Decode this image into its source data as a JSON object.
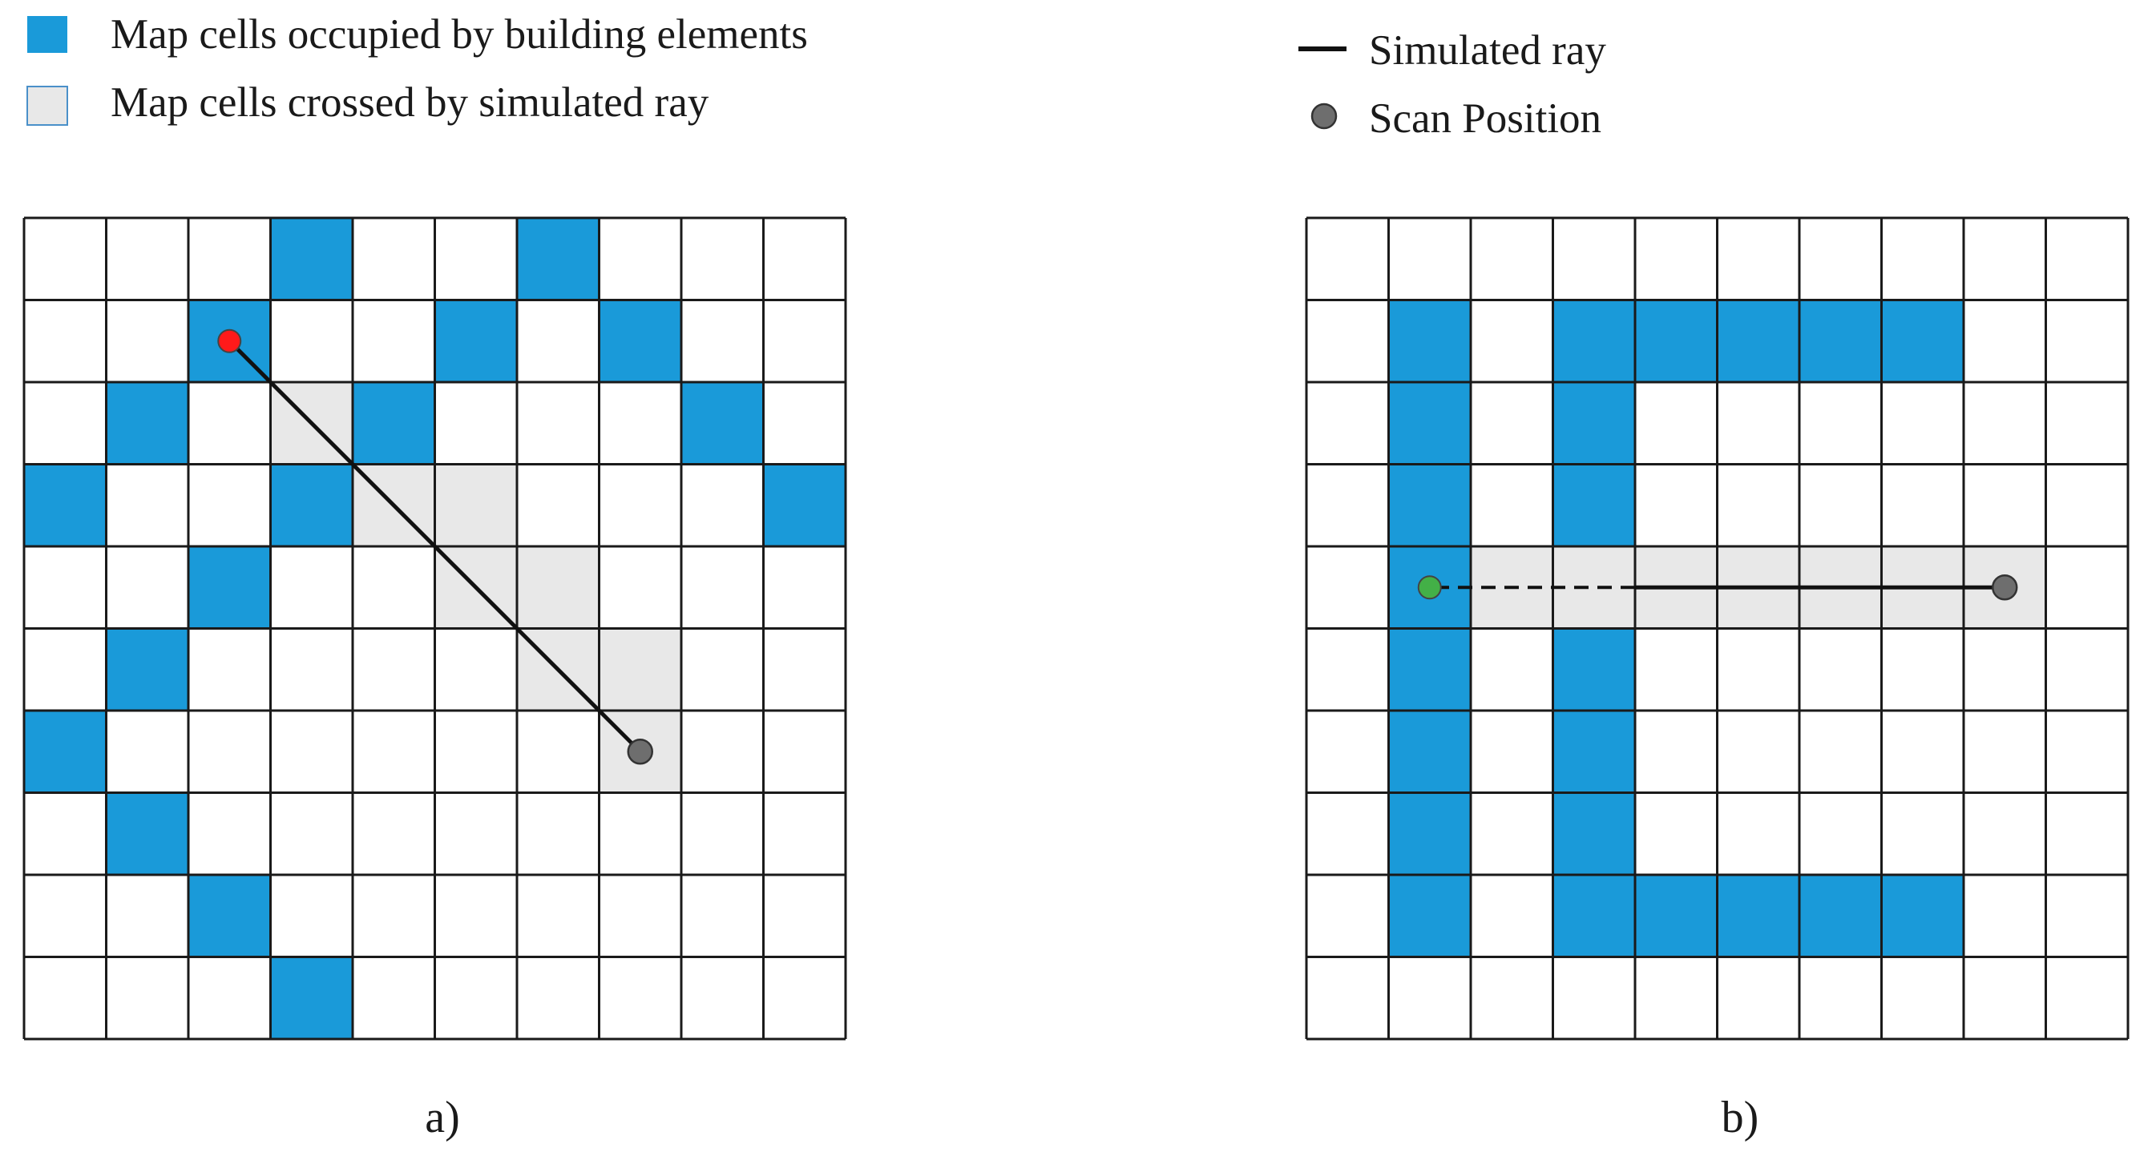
{
  "legend_left": {
    "occupied_label": "Map cells occupied by building elements",
    "crossed_label": "Map cells crossed by simulated ray"
  },
  "legend_right": {
    "ray_label": "Simulated ray",
    "scan_label": "Scan Position"
  },
  "colors": {
    "occupied": "#1a9ad9",
    "crossed": "#e8e8e8",
    "grid": "#1a1a1a",
    "ray": "#111111",
    "scan_point": "#6e6e6e",
    "hit_point_a": "#ff1a1a",
    "hit_point_b": "#43b047"
  },
  "panels": [
    {
      "id": "a",
      "caption": "a)",
      "cols": 10,
      "rows": 10,
      "occupied": [
        [
          3,
          0
        ],
        [
          6,
          0
        ],
        [
          2,
          1
        ],
        [
          5,
          1
        ],
        [
          7,
          1
        ],
        [
          1,
          2
        ],
        [
          4,
          2
        ],
        [
          8,
          2
        ],
        [
          0,
          3
        ],
        [
          3,
          3
        ],
        [
          9,
          3
        ],
        [
          2,
          4
        ],
        [
          1,
          5
        ],
        [
          0,
          6
        ],
        [
          1,
          7
        ],
        [
          2,
          8
        ],
        [
          3,
          9
        ]
      ],
      "crossed": [
        [
          3,
          2
        ],
        [
          4,
          3
        ],
        [
          5,
          3
        ],
        [
          5,
          4
        ],
        [
          6,
          4
        ],
        [
          6,
          5
        ],
        [
          7,
          5
        ],
        [
          7,
          6
        ]
      ],
      "ray": {
        "from": [
          7.5,
          6.5
        ],
        "to": [
          2.5,
          1.5
        ],
        "dashed_from": null
      },
      "hit_point": [
        2.5,
        1.5
      ],
      "scan_point": [
        7.5,
        6.5
      ]
    },
    {
      "id": "b",
      "caption": "b)",
      "cols": 10,
      "rows": 10,
      "occupied": [
        [
          1,
          1
        ],
        [
          3,
          1
        ],
        [
          4,
          1
        ],
        [
          5,
          1
        ],
        [
          6,
          1
        ],
        [
          7,
          1
        ],
        [
          1,
          2
        ],
        [
          3,
          2
        ],
        [
          1,
          3
        ],
        [
          3,
          3
        ],
        [
          1,
          4
        ],
        [
          1,
          5
        ],
        [
          3,
          5
        ],
        [
          1,
          6
        ],
        [
          3,
          6
        ],
        [
          1,
          7
        ],
        [
          3,
          7
        ],
        [
          1,
          8
        ],
        [
          3,
          8
        ],
        [
          4,
          8
        ],
        [
          5,
          8
        ],
        [
          6,
          8
        ],
        [
          7,
          8
        ]
      ],
      "crossed": [
        [
          2,
          4
        ],
        [
          3,
          4
        ],
        [
          4,
          4
        ],
        [
          5,
          4
        ],
        [
          6,
          4
        ],
        [
          7,
          4
        ],
        [
          8,
          4
        ]
      ],
      "ray": {
        "from": [
          8.5,
          4.5
        ],
        "to": [
          1.5,
          4.5
        ],
        "dashed_from": 4.0
      },
      "hit_point": [
        1.5,
        4.5
      ],
      "scan_point": [
        8.5,
        4.5
      ]
    }
  ]
}
